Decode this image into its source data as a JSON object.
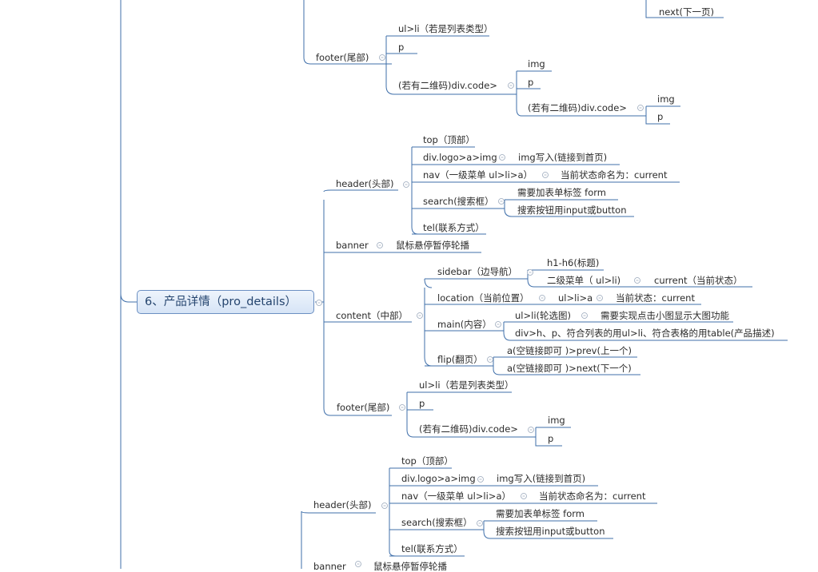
{
  "root": {
    "label": "6、产品详情（pro_details）"
  },
  "prev_section": {
    "next_label": "next(下一页)",
    "footer": {
      "label": "footer(尾部)",
      "list": "ul>li（若是列表类型）",
      "p": "p",
      "code": "(若有二维码)div.code>",
      "code_children": [
        "img",
        "p"
      ],
      "code_nested": {
        "label": "(若有二维码)div.code>",
        "children": [
          "img",
          "p"
        ]
      }
    }
  },
  "header": {
    "label": "header(头部)",
    "top": "top（顶部）",
    "logo": "div.logo>a>img",
    "logo_note": "img写入(链接到首页)",
    "nav": "nav（一级菜单 ul>li>a）",
    "nav_note": "当前状态命名为：current",
    "search": "search(搜索框）",
    "search_notes": [
      "需要加表单标签 form",
      "搜索按钮用input或button"
    ],
    "tel": "tel(联系方式）"
  },
  "banner": {
    "label": "banner",
    "note": "鼠标悬停暂停轮播"
  },
  "content": {
    "label": "content（中部）",
    "sidebar": "sidebar（边导航）",
    "sidebar_children": [
      "h1-h6(标题)",
      "二级菜单（ ul>li)"
    ],
    "sidebar_sub_note": "current（当前状态）",
    "location": "location（当前位置）",
    "location_path": "ul>li>a",
    "location_note": "当前状态：current",
    "main": "main(内容）",
    "main_children": [
      "ul>li(轮选图)",
      "div>h、p、符合列表的用ul>li、符合表格的用table(产品描述)"
    ],
    "main_sub_note": "需要实现点击小图显示大图功能",
    "flip": "flip(翻页）",
    "flip_children": [
      "a(空链接即可 )>prev(上一个)",
      "a(空链接即可 )>next(下一个)"
    ]
  },
  "footer": {
    "label": "footer(尾部)",
    "list": "ul>li（若是列表类型）",
    "p": "p",
    "code": "(若有二维码)div.code>",
    "code_children": [
      "img",
      "p"
    ]
  },
  "next_section": {
    "header": {
      "label": "header(头部)",
      "top": "top（顶部）",
      "logo": "div.logo>a>img",
      "logo_note": "img写入(链接到首页)",
      "nav": "nav（一级菜单 ul>li>a）",
      "nav_note": "当前状态命名为：current",
      "search": "search(搜索框）",
      "search_notes": [
        "需要加表单标签 form",
        "搜索按钮用input或button"
      ],
      "tel": "tel(联系方式）"
    },
    "banner": "banner",
    "banner_note": "鼠标悬停暂停轮播"
  },
  "colors": {
    "line": "#3f6faa",
    "text": "#2b2b2b",
    "toggle": "#9aa8bb",
    "root_border": "#6b8fc2",
    "root_text": "#24446e"
  }
}
